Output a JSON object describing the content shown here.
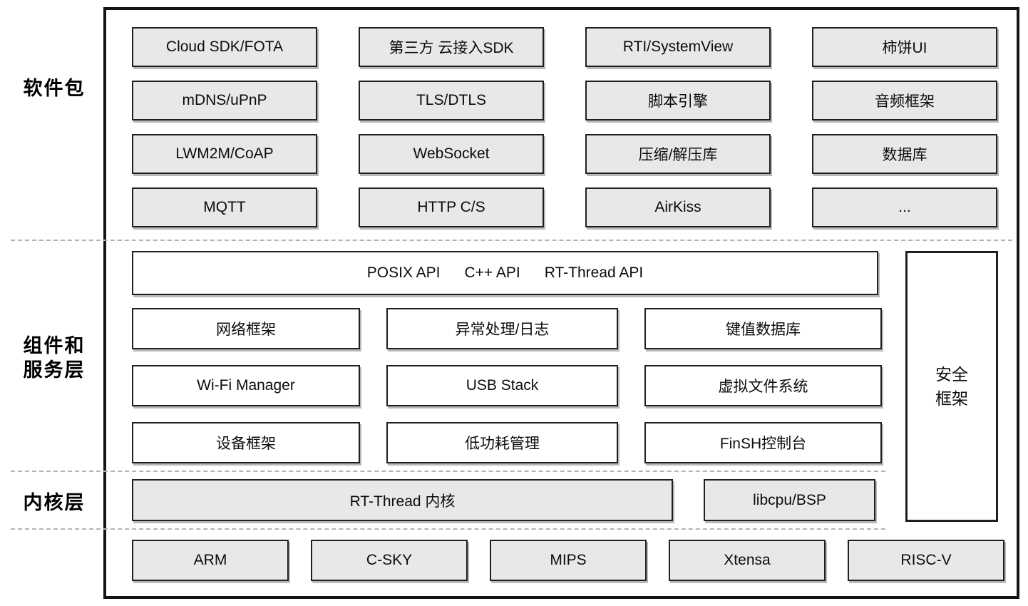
{
  "layer_labels": {
    "packages": "软件包",
    "components_line1": "组件和",
    "components_line2": "服务层",
    "kernel": "内核层"
  },
  "packages": {
    "items": [
      "Cloud SDK/FOTA",
      "第三方 云接入SDK",
      "RTI/SystemView",
      "柿饼UI",
      "mDNS/uPnP",
      "TLS/DTLS",
      "脚本引擎",
      "音频框架",
      "LWM2M/CoAP",
      "WebSocket",
      "压缩/解压库",
      "数据库",
      "MQTT",
      "HTTP C/S",
      "AirKiss",
      "..."
    ]
  },
  "api_bar": {
    "items": [
      "POSIX API",
      "C++ API",
      "RT-Thread API"
    ]
  },
  "components": {
    "items": [
      "网络框架",
      "异常处理/日志",
      "键值数据库",
      "Wi-Fi Manager",
      "USB Stack",
      "虚拟文件系统",
      "设备框架",
      "低功耗管理",
      "FinSH控制台"
    ]
  },
  "security": {
    "line1": "安全",
    "line2": "框架"
  },
  "kernel": {
    "core": "RT-Thread 内核",
    "libcpu": "libcpu/BSP"
  },
  "cpus": {
    "items": [
      "ARM",
      "C-SKY",
      "MIPS",
      "Xtensa",
      "RISC-V"
    ]
  },
  "colors": {
    "box_fill_gray": "#e8e8e8",
    "box_fill_white": "#ffffff",
    "border_dark": "#1f1f1f",
    "dashed_divider": "#b3b3b3"
  }
}
